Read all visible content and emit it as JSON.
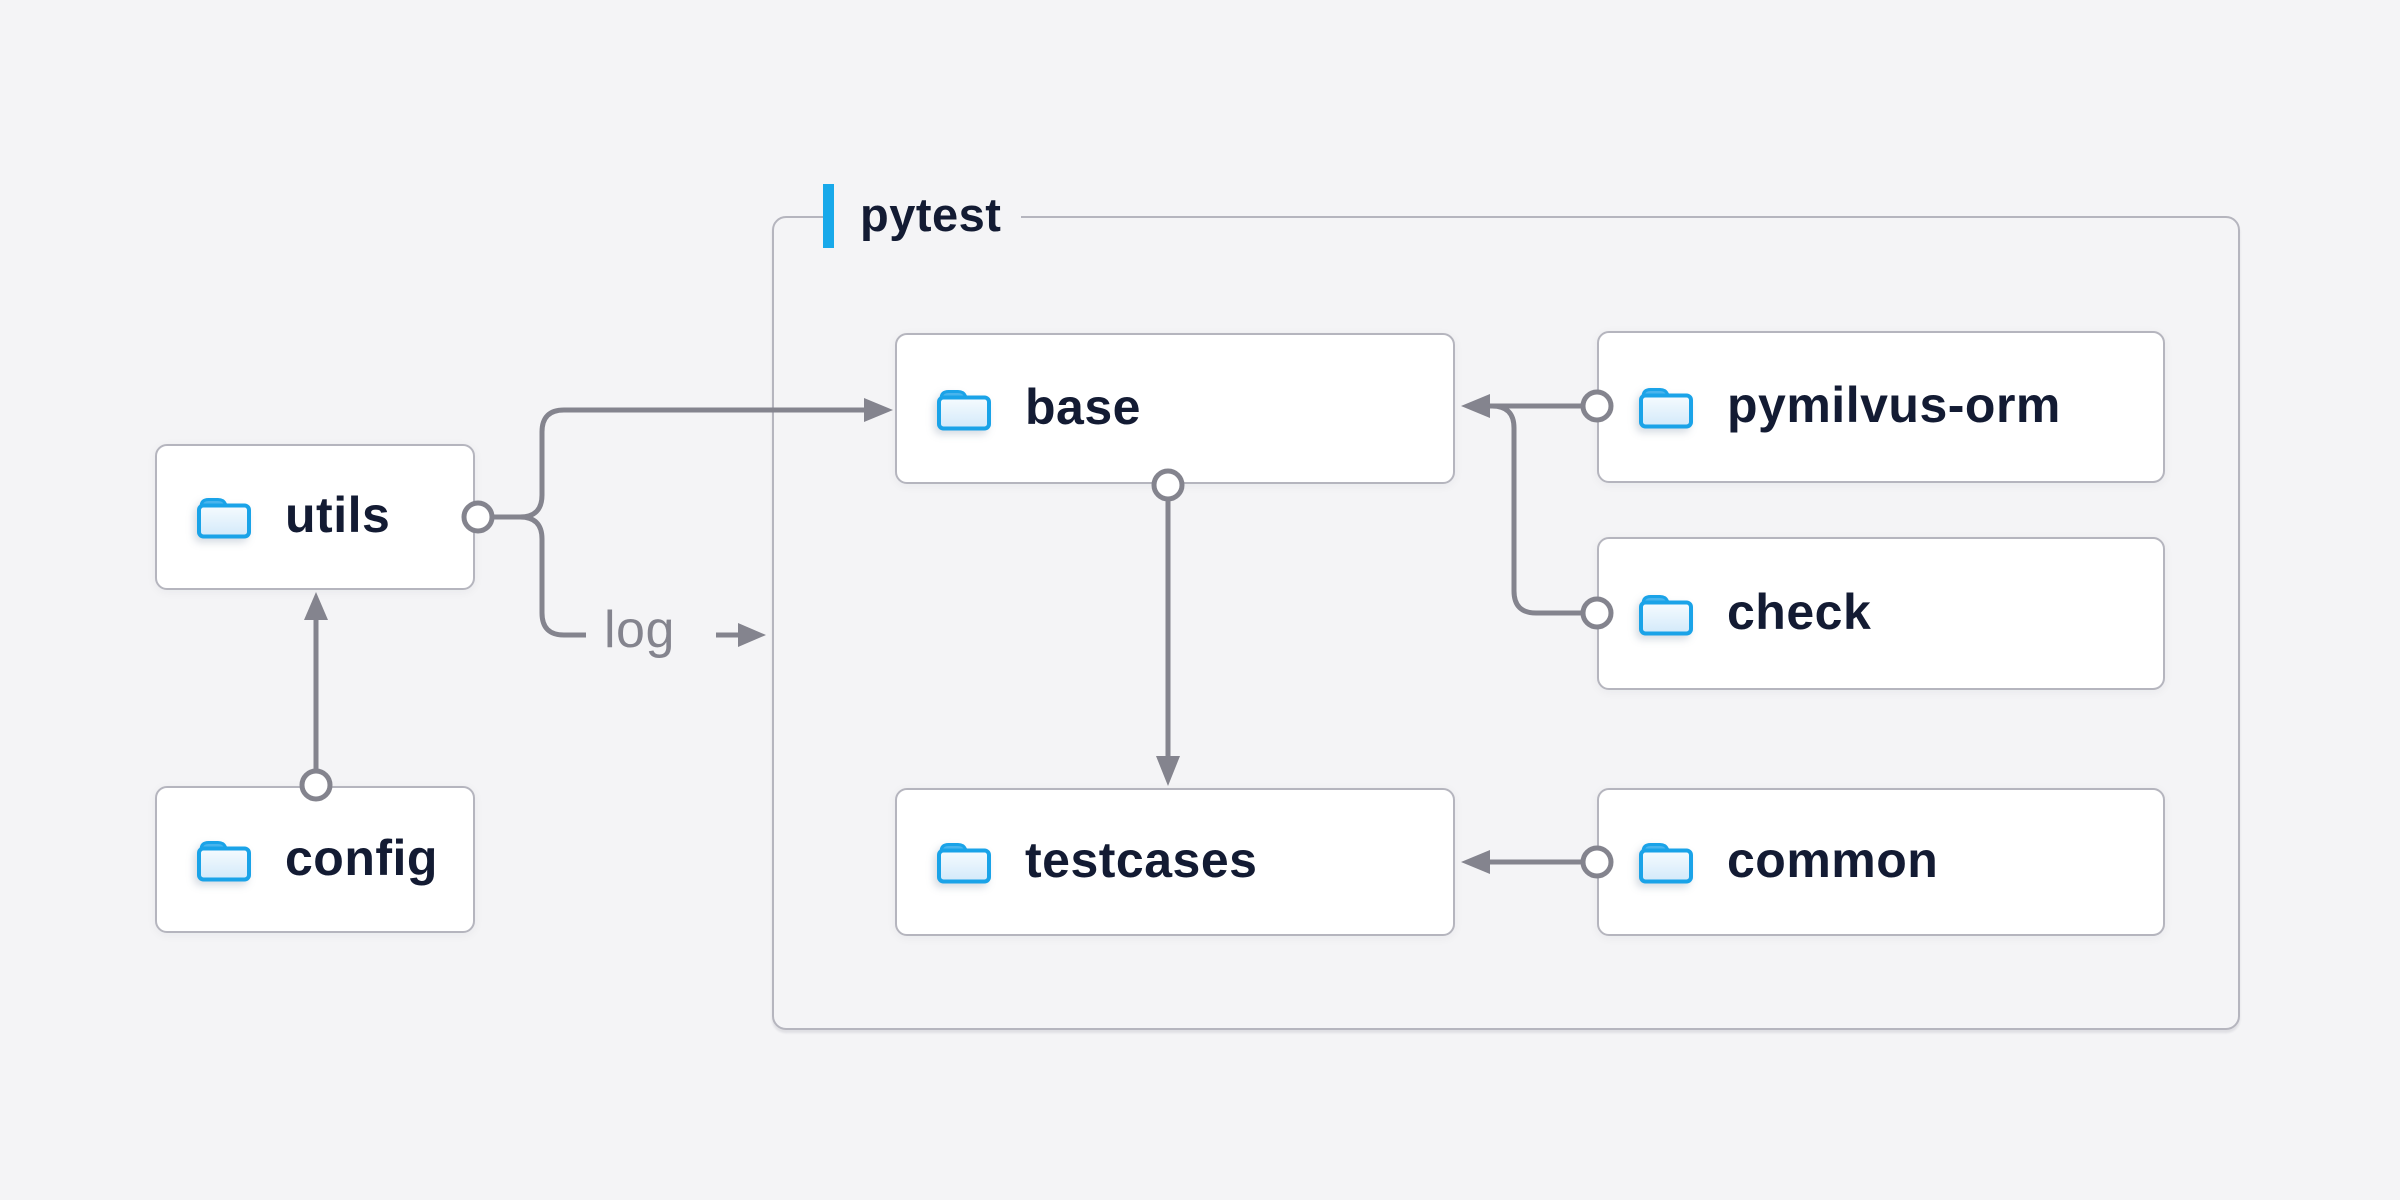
{
  "group": {
    "label": "pytest"
  },
  "nodes": {
    "utils": {
      "label": "utils",
      "icon": "folder-icon"
    },
    "config": {
      "label": "config",
      "icon": "folder-icon"
    },
    "base": {
      "label": "base",
      "icon": "folder-icon"
    },
    "pymilvus_orm": {
      "label": "pymilvus-orm",
      "icon": "folder-icon"
    },
    "check": {
      "label": "check",
      "icon": "folder-icon"
    },
    "testcases": {
      "label": "testcases",
      "icon": "folder-icon"
    },
    "common": {
      "label": "common",
      "icon": "folder-icon"
    }
  },
  "edges": {
    "log_label": "log",
    "list": [
      {
        "from": "config",
        "to": "utils"
      },
      {
        "from": "utils",
        "to": "base"
      },
      {
        "from": "utils",
        "to": "log",
        "label": "log"
      },
      {
        "from": "base",
        "to": "testcases"
      },
      {
        "from": "pymilvus-orm",
        "to": "base"
      },
      {
        "from": "check",
        "to": "base"
      },
      {
        "from": "common",
        "to": "testcases"
      }
    ]
  },
  "colors": {
    "background": "#f4f4f6",
    "node_background": "#ffffff",
    "node_border": "#b5b5be",
    "node_text": "#131b33",
    "connector": "#84848e",
    "accent_blue": "#18a9ea",
    "folder_outline": "#1aa3e8",
    "folder_fill_top": "#f6fbfe",
    "folder_fill_bottom": "#d2e9fa",
    "edge_label_text": "#84848e"
  }
}
